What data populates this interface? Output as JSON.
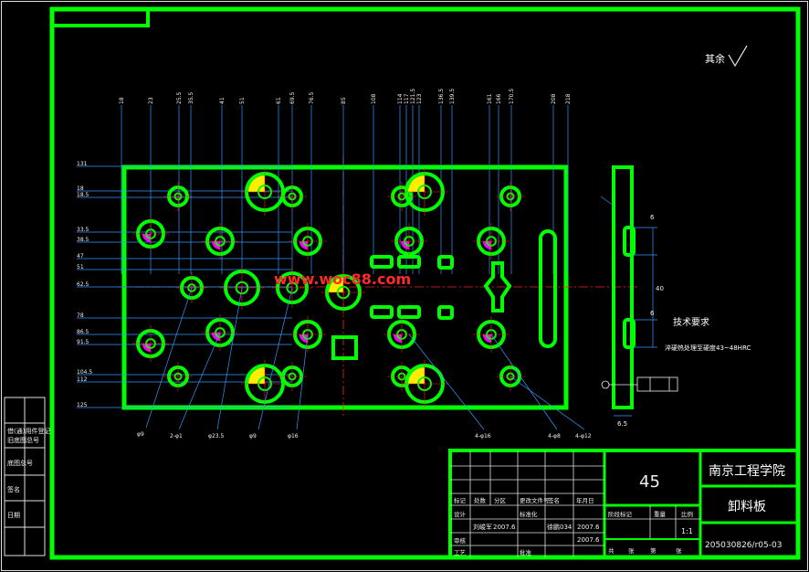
{
  "roughness_note": "其余",
  "tech_req_title": "技术要求",
  "tech_req_text": "淬硬热处理至硬度43~48HRC",
  "watermark": "www.woc88.com",
  "top_dims": [
    "18",
    "23",
    "25.5",
    "35.5",
    "41",
    "51",
    "61",
    "69.5",
    "76.5",
    "85",
    "108",
    "114",
    "117",
    "121.5",
    "123",
    "136.5",
    "139.5",
    "161",
    "166",
    "170.5",
    "208",
    "218"
  ],
  "left_dims": [
    "131",
    "18",
    "18.5",
    "33.5",
    "38.5",
    "47",
    "51",
    "62.5",
    "78",
    "86.5",
    "91.5",
    "104.5",
    "112",
    "125"
  ],
  "hole_labels": [
    "φ9",
    "2-φ1",
    "φ23.5",
    "φ9",
    "φ16",
    "4-φ16",
    "4-φ8",
    "4-φ12"
  ],
  "side_dims": [
    "6",
    "40",
    "6",
    "6.5"
  ],
  "material": "45",
  "school": "南京工程学院",
  "part_name": "卸料板",
  "drawing_no": "205030826/r05-03",
  "scale": "1:1",
  "date1": "2007.6",
  "date2": "2007.6",
  "date3": "2007.6",
  "designer": "刘峻军",
  "checker": "徐鹏034",
  "title_cells": [
    "标记",
    "处数",
    "分区",
    "更改文件号",
    "签名",
    "年月日",
    "设计",
    "标准化",
    "审核",
    "工艺",
    "批准",
    "阶段标记",
    "重量",
    "比例",
    "共",
    "张",
    "第",
    "张"
  ],
  "left_strip": [
    "借(通)用件登记",
    "旧底图总号",
    "底图总号",
    "签名",
    "日期"
  ],
  "colors": {
    "frame": "#00ff00",
    "lines": "#00e000",
    "center": "#ff2020",
    "fill_yellow": "#ffee00",
    "fill_magenta": "#ff00ff",
    "dim_text": "#ffffff"
  }
}
